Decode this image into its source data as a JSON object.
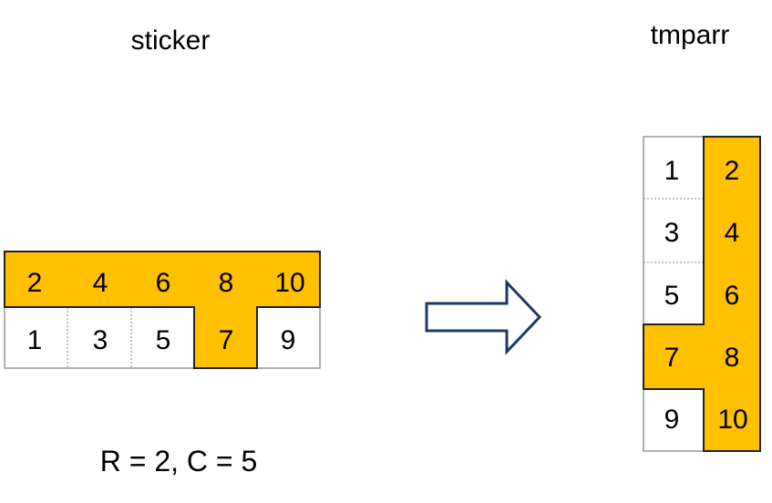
{
  "colors": {
    "highlight": "#FFC000",
    "outline": "#222222",
    "grid": "#888888",
    "arrow": "#1F3864",
    "background": "#FFFFFF"
  },
  "sticker": {
    "title": "sticker",
    "top_row": [
      "2",
      "4",
      "6",
      "8",
      "10"
    ],
    "bottom_row": [
      "1",
      "3",
      "5",
      "7",
      "9"
    ],
    "caption": "R = 2, C = 5"
  },
  "tmparr": {
    "title": "tmparr",
    "left_column": [
      "1",
      "3",
      "5",
      "7",
      "9"
    ],
    "right_column": [
      "2",
      "4",
      "6",
      "8",
      "10"
    ]
  },
  "arrow_icon": "right-arrow-icon"
}
